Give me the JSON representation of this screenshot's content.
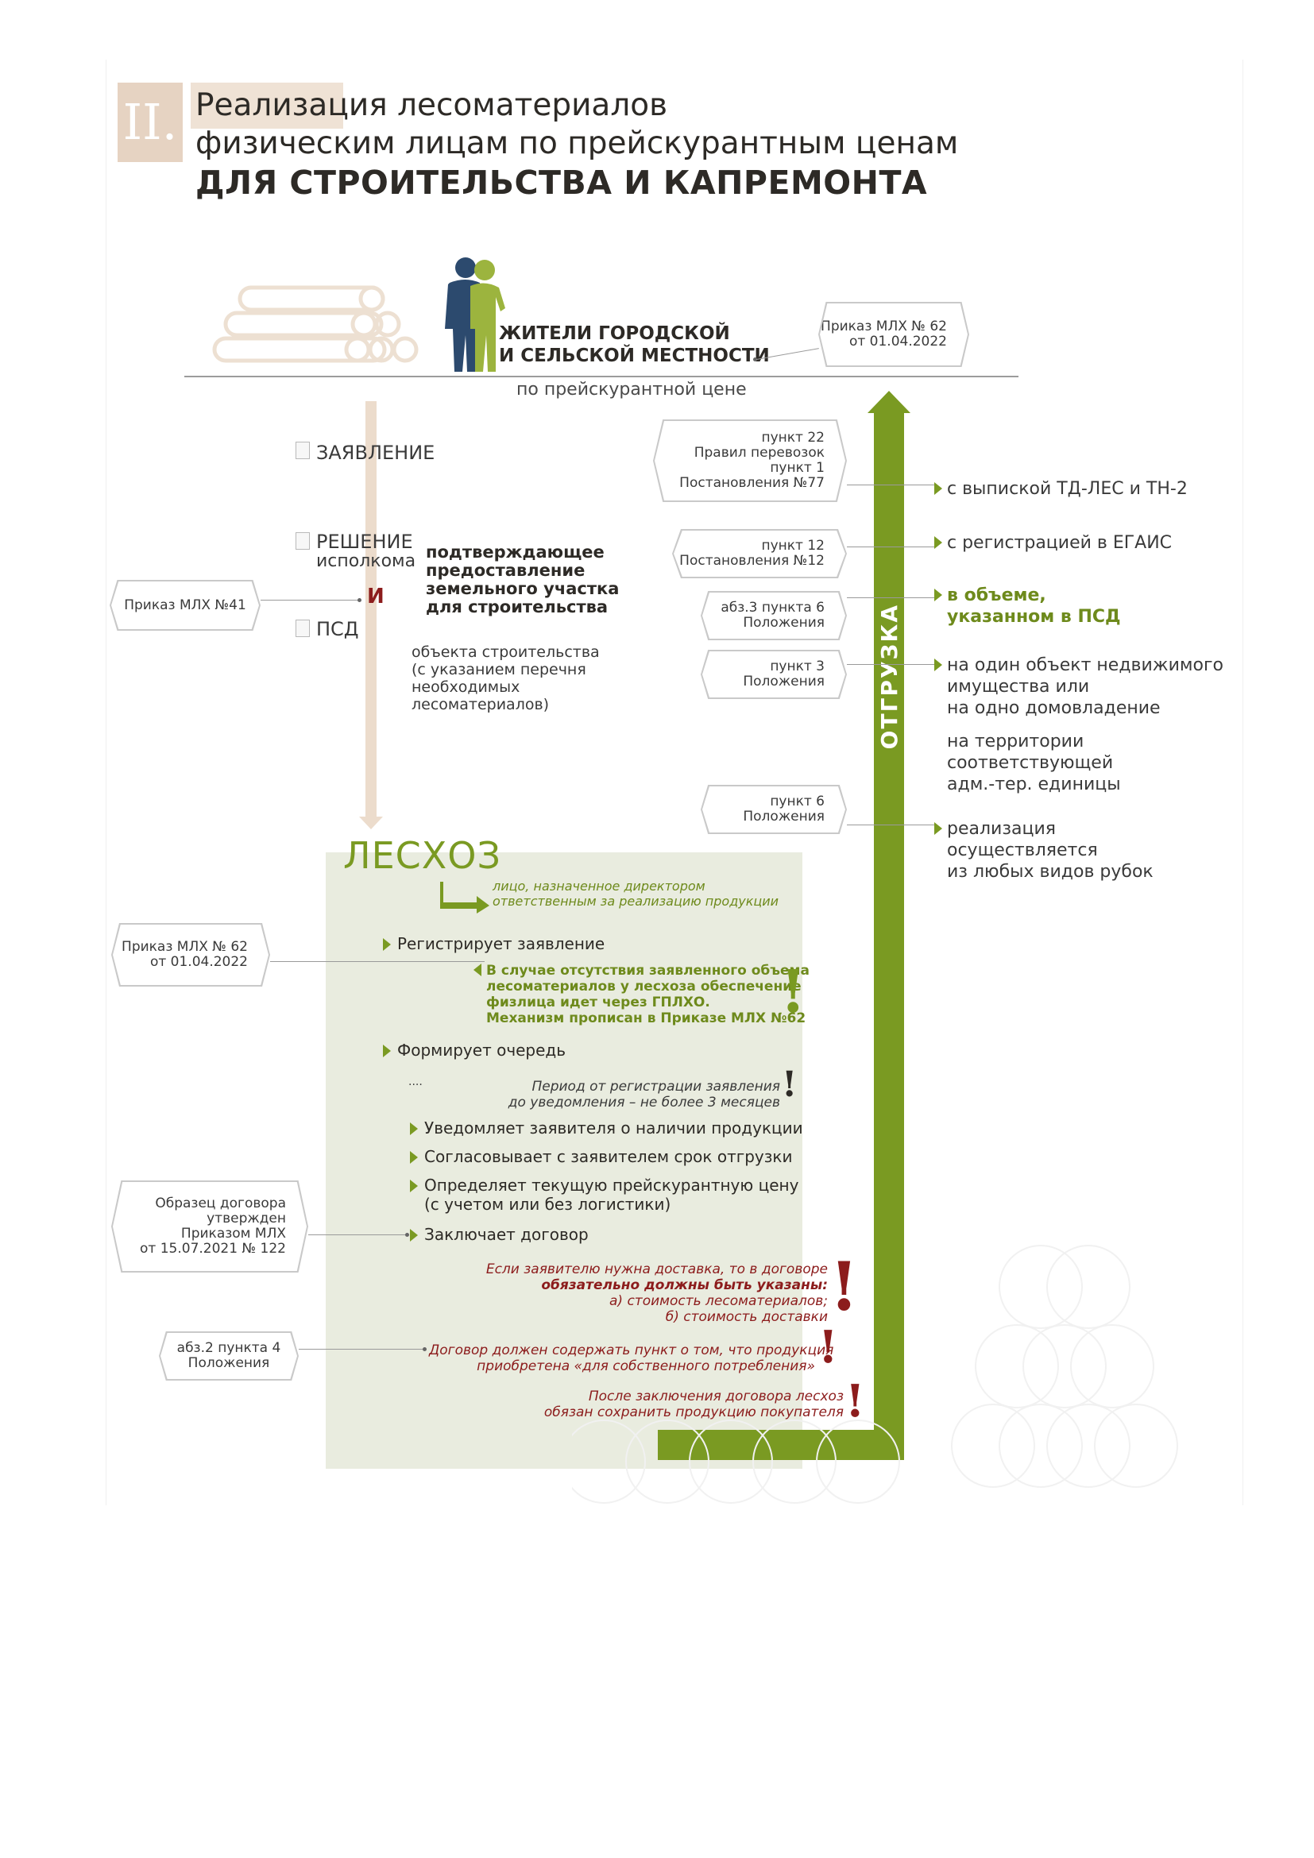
{
  "title": {
    "roman": "II.",
    "line1": "Реализация лесоматериалов",
    "line2": "физическим лицам по прейскурантным ценам",
    "line3": "ДЛЯ СТРОИТЕЛЬСТВА И КАПРЕМОНТА"
  },
  "residents": {
    "line1": "ЖИТЕЛИ ГОРОДСКОЙ",
    "line2": "И СЕЛЬСКОЙ МЕСТНОСТИ",
    "price_note": "по прейскурантной цене",
    "ref": "Приказ МЛХ № 62\nот 01.04.2022"
  },
  "flow": {
    "application": "ЗАЯВЛЕНИЕ",
    "decision_line1": "РЕШЕНИЕ",
    "decision_line2": "исполкома",
    "and": "И",
    "psd": "ПСД",
    "confirm_line1": "подтверждающее",
    "confirm_line2": "предоставление",
    "confirm_line3": "земельного участка",
    "confirm_line4": "для строительства",
    "object_line1": "объекта строительства",
    "object_line2": "(с указанием перечня",
    "object_line3": "необходимых",
    "object_line4": "лесоматериалов)",
    "ref_41": "Приказ МЛХ №41"
  },
  "lesxoz": {
    "title": "ЛЕСХОЗ",
    "appointed_line1": "лицо, назначенное директором",
    "appointed_line2": "ответственным за реализацию продукции",
    "ref_62": "Приказ МЛХ № 62\nот 01.04.2022",
    "step_register": "Регистрирует заявление",
    "note_gplho_line1": "В случае отсутствия заявленного объема",
    "note_gplho_line2": "лесоматериалов у лесхоза обеспечение",
    "note_gplho_line3": "физлица идет через ГПЛХО.",
    "note_gplho_line4": "Механизм прописан в Приказе МЛХ №62",
    "step_queue": "Формирует очередь",
    "dots": "....",
    "note_period_line1": "Период от регистрации заявления",
    "note_period_line2": "до уведомления – не более 3 месяцев",
    "step_notify": "Уведомляет заявителя о наличии продукции",
    "step_agree": "Согласовывает с заявителем срок отгрузки",
    "step_price_line1": "Определяет текущую прейскурантную цену",
    "step_price_line2": "(с учетом или без логистики)",
    "step_contract": "Заключает договор",
    "ref_122": "Образец договора\nутвержден\nПриказом МЛХ\nот 15.07.2021 № 122",
    "note_delivery_line1": "Если заявителю нужна доставка, то в договоре",
    "note_delivery_line2": "обязательно должны быть указаны:",
    "note_delivery_line3": "а) стоимость лесоматериалов;",
    "note_delivery_line4": "б) стоимость доставки",
    "ref_abz2": "абз.2 пункта 4\nПоложения",
    "note_own_line1": "Договор должен содержать пункт о том, что продукция",
    "note_own_line2": "приобретена «для собственного потребления»",
    "note_keep_line1": "После заключения договора лесхоз",
    "note_keep_line2": "обязан сохранить продукцию покупателя",
    "excl": "!"
  },
  "shipment": {
    "label": "ОТГРУЗКА",
    "refs": [
      "пункт 22\nПравил перевозок\nпункт 1\nПостановления №77",
      "пункт 12\nПостановления №12",
      "абз.3 пункта 6\nПоложения",
      "пункт 3\nПоложения",
      "пункт 6\nПоложения"
    ],
    "conditions": {
      "c1": "с выпиской ТД-ЛЕС и ТН-2",
      "c2": "с регистрацией в ЕГАИС",
      "c3_line1": "в объеме,",
      "c3_line2": "указанном в ПСД",
      "c4_line1": "на один объект недвижимого",
      "c4_line2": "имущества или",
      "c4_line3": "на одно домовладение",
      "c5_line1": "на территории",
      "c5_line2": "соответствующей",
      "c5_line3": "адм.-тер. единицы",
      "c6_line1": "реализация",
      "c6_line2": "осуществляется",
      "c6_line3": "из любых видов рубок"
    }
  },
  "colors": {
    "green": "#7a9a22",
    "dark_red": "#8c1c1c",
    "beige": "#ecdccc",
    "lesxoz_bg": "#e9ecdf"
  }
}
